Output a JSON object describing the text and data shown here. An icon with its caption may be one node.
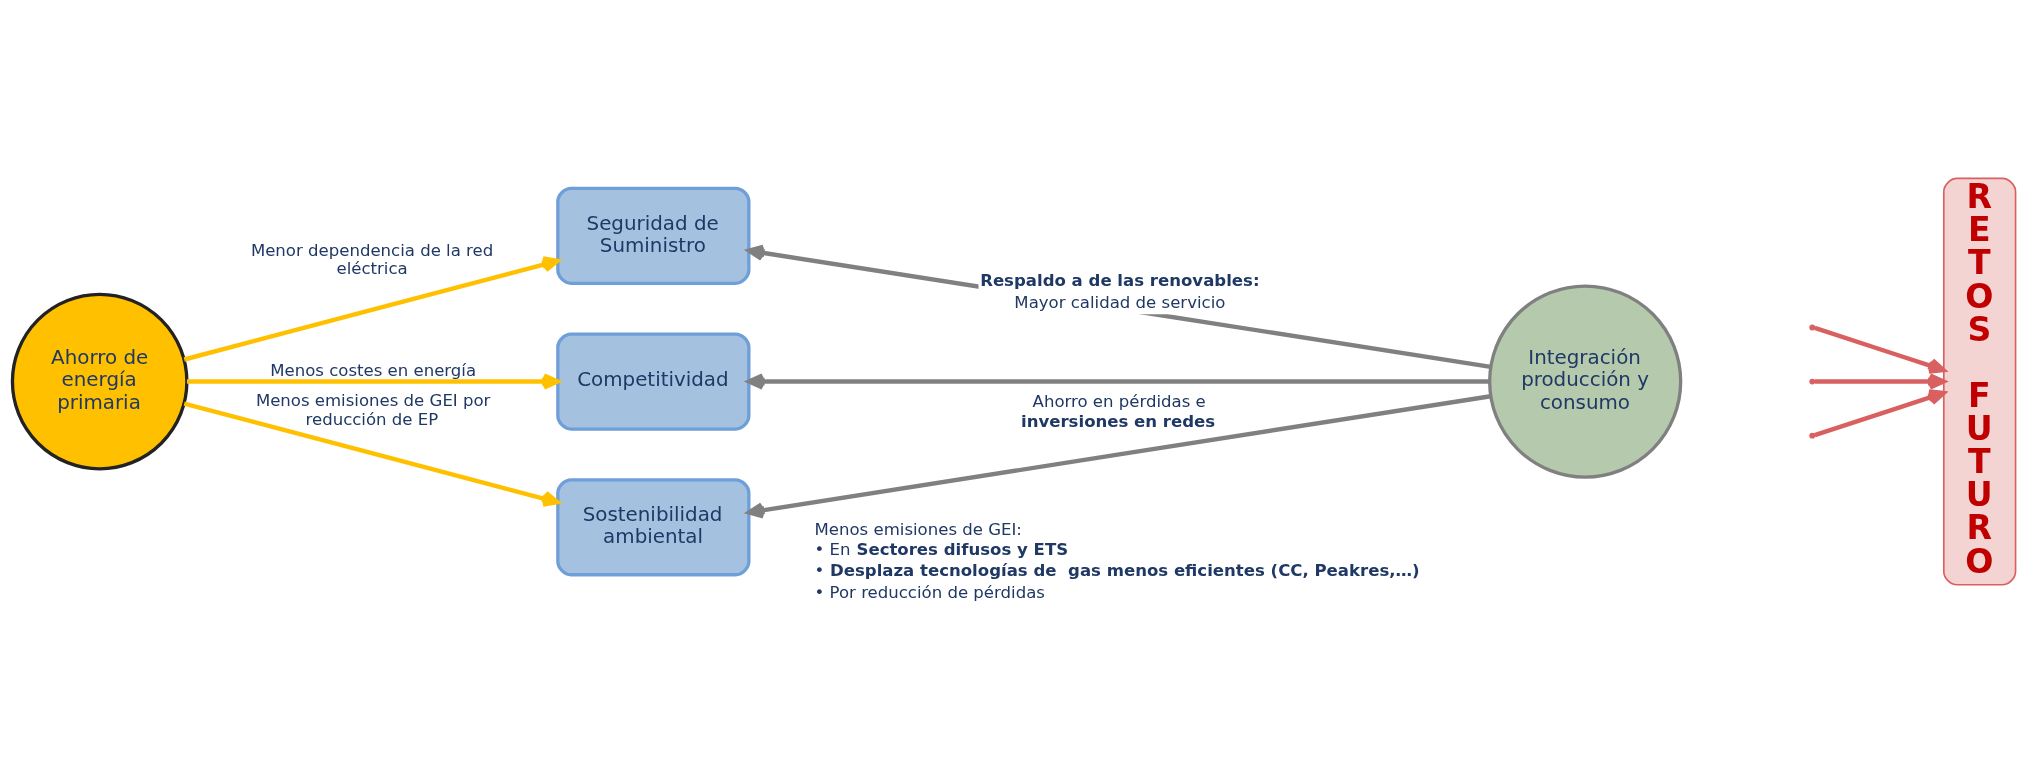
{
  "diagram": {
    "nodes": [
      {
        "text": [
          "Ahorro de energía primaria"
        ]
      },
      {
        "text": [
          "Seguridad de Suministro"
        ]
      },
      {
        "text": [
          "Competitividad"
        ]
      },
      {
        "text": [
          "Sostenibilidad ambiental"
        ]
      },
      {
        "text": [
          "Integración producción y consumo"
        ]
      },
      {
        "text": [
          "RETOS FUTURO"
        ]
      }
    ],
    "edges": [
      {
        "from": 0,
        "to": 1,
        "arrow": "to",
        "label": "Menor dependencia de la red eléctrica",
        "color": "#ffc000"
      },
      {
        "from": 0,
        "to": 2,
        "arrow": "to",
        "label": "Menos costes en energía",
        "color": "#ffc000"
      },
      {
        "from": 0,
        "to": 3,
        "arrow": "to",
        "label": "Menos emisiones de GEI por reducción de EP",
        "color": "#ffc000"
      },
      {
        "from": 4,
        "to": 1,
        "arrow": "to",
        "label": "**Respaldo a de las renovables:** Mayor calidad de servicio",
        "color": "#808080"
      },
      {
        "from": 4,
        "to": 2,
        "arrow": "to",
        "label": "Ahorro en pérdidas e **inversiones en redes**",
        "color": "#808080"
      },
      {
        "from": 4,
        "to": 3,
        "arrow": "to",
        "label": "Menos emisiones de GEI: • En **Sectores difusos y ETS** • **Desplaza tecnologías de  gas menos eficientes (CC, Peakres,…)** • Por reducción de pérdidas",
        "color": "#808080"
      },
      {
        "from": null,
        "to": 5,
        "arrow": "to",
        "color": "#d96060"
      },
      {
        "from": null,
        "to": 5,
        "arrow": "to",
        "color": "#d96060"
      },
      {
        "from": null,
        "to": 5,
        "arrow": "to",
        "color": "#d96060"
      }
    ]
  }
}
